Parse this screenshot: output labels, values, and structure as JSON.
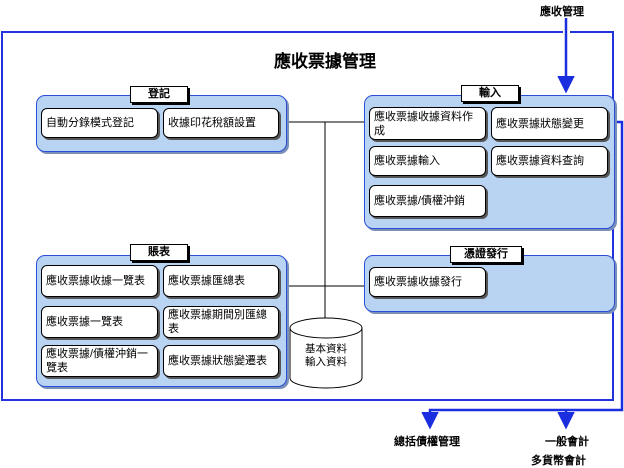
{
  "title": "應收票據管理",
  "external": {
    "top_input": "應收管理",
    "out_1": "總括債權管理",
    "out_2_line1": "一般會計",
    "out_2_line2": "多貨幣會計"
  },
  "groups": {
    "register": {
      "label": "登記",
      "items": [
        "自動分錄模式登記",
        "收據印花稅額設置"
      ]
    },
    "input": {
      "label": "輸入",
      "items": [
        "應收票據收據資料作成",
        "應收票據狀態變更",
        "應收票據輸入",
        "應收票據資料查詢",
        "應收票據/債權沖銷"
      ]
    },
    "ledger": {
      "label": "賬表",
      "items": [
        "應收票據收據一覽表",
        "應收票據匯總表",
        "應收票據一覽表",
        "應收票據期間別匯總表",
        "應收票據/債權沖銷一覽表",
        "應收票據狀態變遷表"
      ]
    },
    "voucher": {
      "label": "憑證發行",
      "items": [
        "應收票據收據發行"
      ]
    }
  },
  "database": {
    "line1": "基本資料",
    "line2": "輸入資料"
  },
  "colors": {
    "frame": "#2233dd",
    "group_fill": "#b9d3f3",
    "group_border": "#2a4fd6",
    "arrow": "#1a2ee0"
  }
}
